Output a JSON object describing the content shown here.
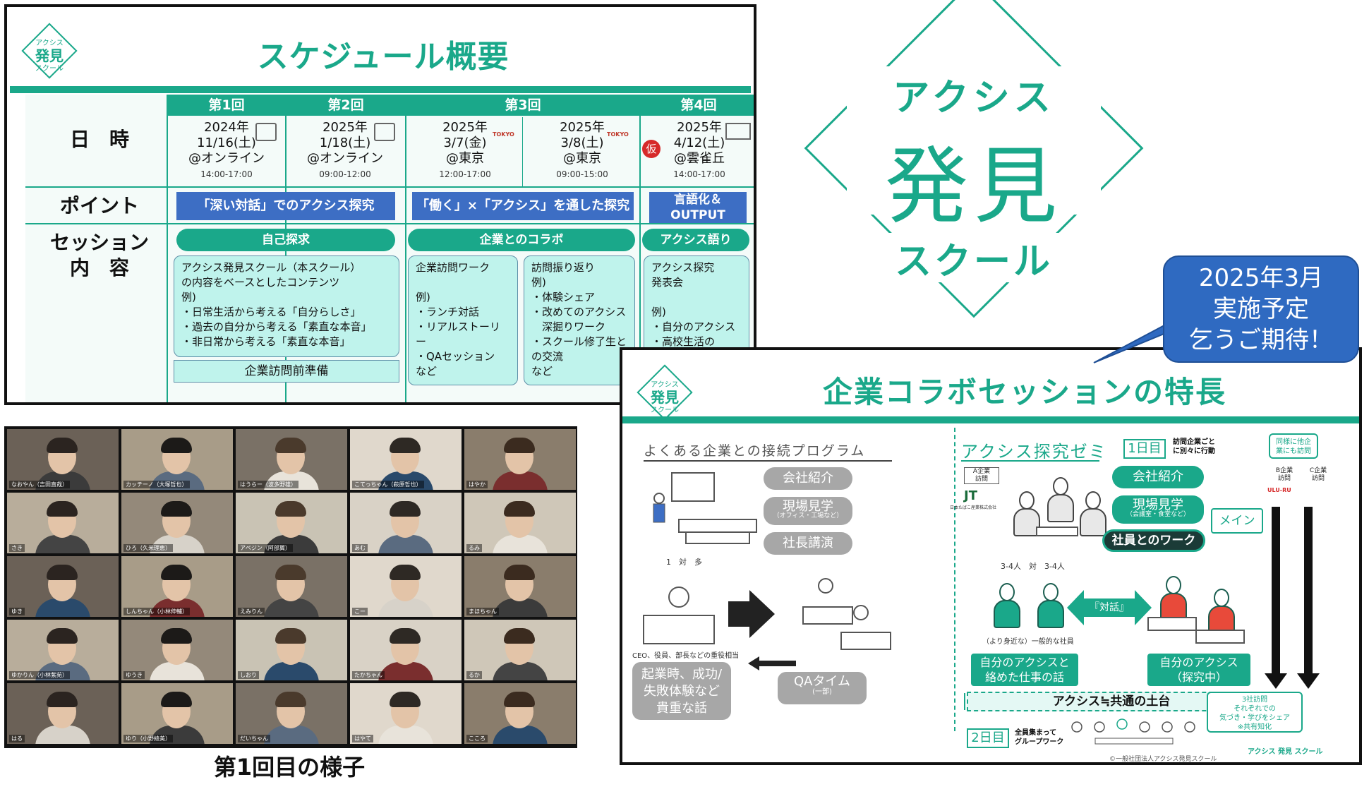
{
  "logo": {
    "line1": "アクシス",
    "line2": "発見",
    "line3": "スクール"
  },
  "schedule": {
    "title": "スケジュール概要",
    "row_headers": {
      "date": "日　時",
      "point": "ポイント",
      "session1": "セッション",
      "session2": "内　容"
    },
    "columns": [
      "第1回",
      "第2回",
      "第3回",
      "第4回"
    ],
    "dates": [
      {
        "year": "2024年",
        "day": "11/16(土)",
        "place": "@オンライン",
        "time": "14:00-17:00"
      },
      {
        "year": "2025年",
        "day": "1/18(土)",
        "place": "@オンライン",
        "time": "09:00-12:00"
      },
      {
        "year": "2025年",
        "day": "3/7(金)",
        "place": "@東京",
        "time": "12:00-17:00"
      },
      {
        "year": "2025年",
        "day": "3/8(土)",
        "place": "@東京",
        "time": "09:00-15:00"
      },
      {
        "year": "2025年",
        "day": "4/12(土)",
        "place": "@雲雀丘",
        "time": "14:00-17:00"
      }
    ],
    "tokyo": "TOKYO",
    "kari": "仮",
    "points": [
      "「深い対話」でのアクシス探究",
      "「働く」×「アクシス」を通した探究",
      "言語化＆",
      "OUTPUT"
    ],
    "session_pills": [
      "自己探求",
      "企業とのコラボ",
      "アクシス語り"
    ],
    "session_boxes": {
      "b1_lines": [
        "アクシス発見スクール（本スクール）",
        "の内容をベースとしたコンテンツ",
        "例)",
        "・日常生活から考える「自分らしさ」",
        "・過去の自分から考える「素直な本音」",
        "・非日常から考える「素直な本音」"
      ],
      "b2_lines": [
        "企業訪問ワーク",
        "",
        "例)",
        "・ランチ対話",
        "・リアルストーリー",
        "・QAセッション",
        "など"
      ],
      "b3_lines": [
        "訪問振り返り",
        "例)",
        "・体験シェア",
        "・改めてのアクシス",
        "　深掘りワーク",
        "・スクール修了生と",
        "の交流",
        "など"
      ],
      "b4_lines": [
        "アクシス探究",
        "発表会",
        "",
        "例)",
        "・自分のアクシス",
        "・高校生活の"
      ]
    },
    "prep": "企業訪問前準備"
  },
  "photos": {
    "caption": "第1回目の様子",
    "names": [
      "なおやん（吉田直哉）",
      "カッチーノ（大塚哲也）",
      "はうらー（波多野雄）",
      "こてっちゃん（萩原哲也）",
      "はやか",
      "さき",
      "ひろ（久米理恵）",
      "アベジン（阿部翼）",
      "あむ",
      "るみ",
      "ゆき",
      "しんちゃん（小林伸輔）",
      "えみりん",
      "こー",
      "まほちゃん",
      "ゆかりん（小林紫苑）",
      "ゆうき",
      "しおり",
      "たかちゃん",
      "るか",
      "はる",
      "ゆり（小野綾美）",
      "だいちゃん",
      "はやて",
      "こころ"
    ]
  },
  "big_logo": {
    "line1": "アクシス",
    "line2": "発見",
    "line3": "スクール"
  },
  "callout": {
    "line1": "2025年3月",
    "line2": "実施予定",
    "line3": "乞うご期待！"
  },
  "collab": {
    "title": "企業コラボセッションの特長",
    "left_heading": "よくある企業との接続プログラム",
    "left_pills": [
      "会社紹介",
      "現場見学",
      "社長講演"
    ],
    "left_pill_sub": "（オフィス・工場など）",
    "one_to_many": "1　対　多",
    "executives": "CEO、役員、部長などの重役相当",
    "left_box": [
      "起業時、成功/",
      "失敗体験など",
      "貴重な話"
    ],
    "qa": "QAタイム",
    "qa_sub": "(一部)",
    "right_heading": "アクシス探究ゼミ",
    "day1": "1日目",
    "day1_note": [
      "訪問企業ごと",
      "に別々に行動"
    ],
    "day2": "2日目",
    "day2_note": [
      "全員集まって",
      "グループワーク"
    ],
    "other_visit": [
      "同様に他企",
      "業にも訪問"
    ],
    "company_a": [
      "A企業",
      "訪問"
    ],
    "company_b": [
      "B企業",
      "訪問"
    ],
    "company_c": [
      "C企業",
      "訪問"
    ],
    "jt_label": "日本たばこ産業株式会社",
    "ulu": "ULU-RU",
    "right_pills": [
      "会社紹介",
      "現場見学",
      "社員とのワーク"
    ],
    "right_pill_sub": "（会議室・食堂など）",
    "main_tag": "メイン",
    "three_four": "3-4人　対　3-4人",
    "dialogue": "『対話』",
    "employee_label": "（より身近な）一般的な社員",
    "right_box1": [
      "自分のアクシスと",
      "絡めた仕事の話"
    ],
    "right_box2": [
      "自分のアクシス",
      "（探究中）"
    ],
    "foundation": "アクシス≒共通の土台",
    "share": [
      "3社訪問",
      "それぞれでの",
      "気づき・学びをシェア",
      "※共有知化"
    ],
    "copyright": "©一般社団法人アクシス発見スクール",
    "footer_logo": "アクシス 発見 スクール"
  },
  "colors": {
    "teal": "#1aa88a",
    "blue": "#3d6ec4",
    "callout": "#2f6ac1",
    "light_teal": "#bff3ec"
  }
}
